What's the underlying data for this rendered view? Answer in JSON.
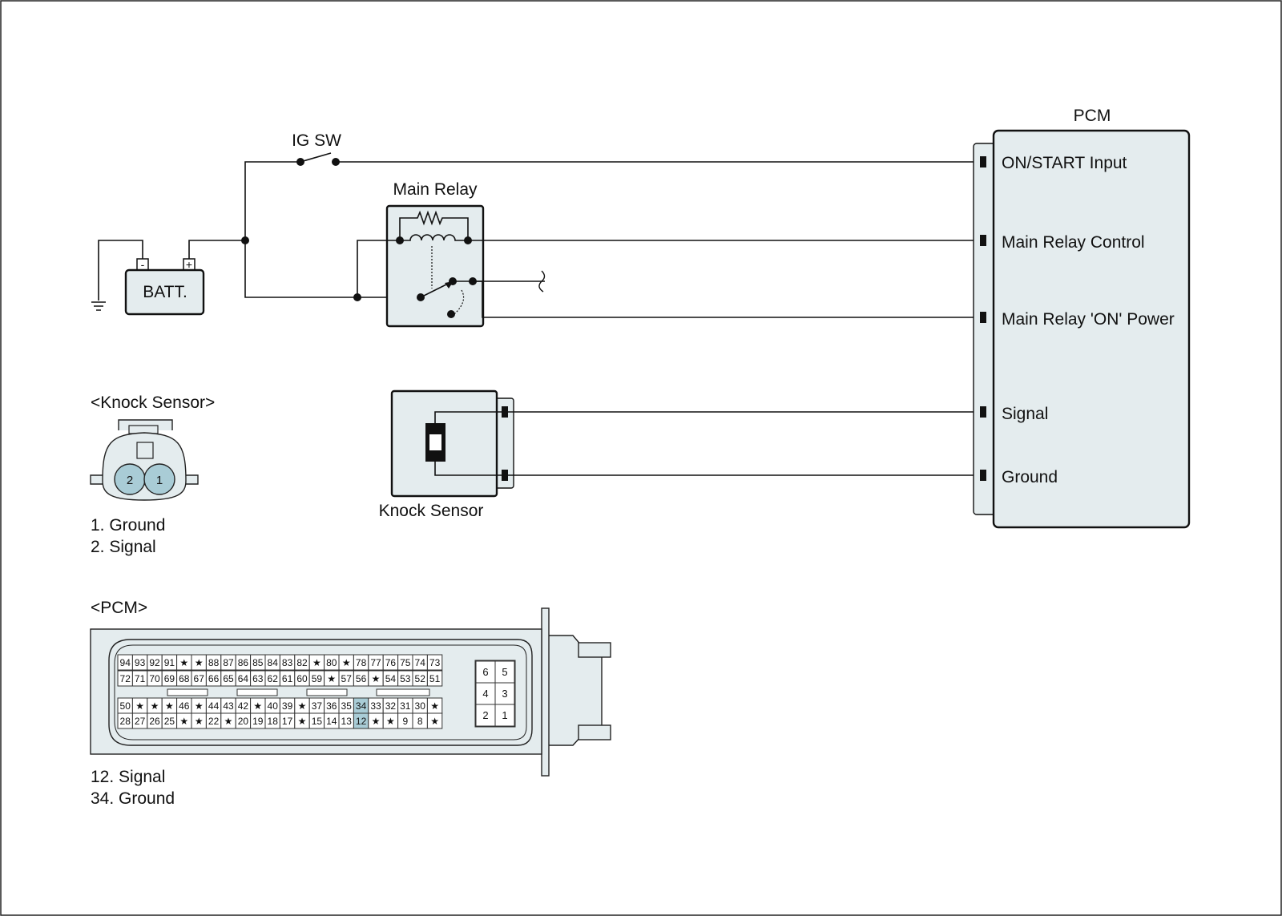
{
  "labels": {
    "ig_sw": "IG SW",
    "main_relay": "Main Relay",
    "batt": "BATT.",
    "batt_minus": "-",
    "batt_plus": "+",
    "pcm": "PCM",
    "knock_sensor_device": "Knock Sensor",
    "knock_connector_title": "<Knock Sensor>",
    "pcm_connector_title": "<PCM>"
  },
  "pcm_terminals": [
    "ON/START Input",
    "Main Relay Control",
    "Main Relay 'ON' Power",
    "Signal",
    "Ground"
  ],
  "knock_connector": {
    "pins": [
      "2",
      "1"
    ],
    "legend": [
      "1. Ground",
      "2. Signal"
    ]
  },
  "pcm_connector": {
    "rows": [
      [
        "94",
        "93",
        "92",
        "91",
        "★",
        "★",
        "88",
        "87",
        "86",
        "85",
        "84",
        "83",
        "82",
        "★",
        "80",
        "★",
        "78",
        "77",
        "76",
        "75",
        "74",
        "73"
      ],
      [
        "72",
        "71",
        "70",
        "69",
        "68",
        "67",
        "66",
        "65",
        "64",
        "63",
        "62",
        "61",
        "60",
        "59",
        "★",
        "57",
        "56",
        "★",
        "54",
        "53",
        "52",
        "51"
      ],
      [
        "50",
        "★",
        "★",
        "★",
        "46",
        "★",
        "44",
        "43",
        "42",
        "★",
        "40",
        "39",
        "★",
        "37",
        "36",
        "35",
        "34",
        "33",
        "32",
        "31",
        "30",
        "★"
      ],
      [
        "28",
        "27",
        "26",
        "25",
        "★",
        "★",
        "22",
        "★",
        "20",
        "19",
        "18",
        "17",
        "★",
        "15",
        "14",
        "13",
        "12",
        "★",
        "★",
        "9",
        "8",
        "★"
      ]
    ],
    "highlighted": [
      "34",
      "12"
    ],
    "small_block": [
      [
        "6",
        "5"
      ],
      [
        "4",
        "3"
      ],
      [
        "2",
        "1"
      ]
    ],
    "legend": [
      "12. Signal",
      "34. Ground"
    ],
    "highlight_color": "#a9ccd6"
  },
  "colors": {
    "component_fill": "#e4ecee",
    "pin_fill": "#a9ccd6",
    "line": "#111111"
  }
}
